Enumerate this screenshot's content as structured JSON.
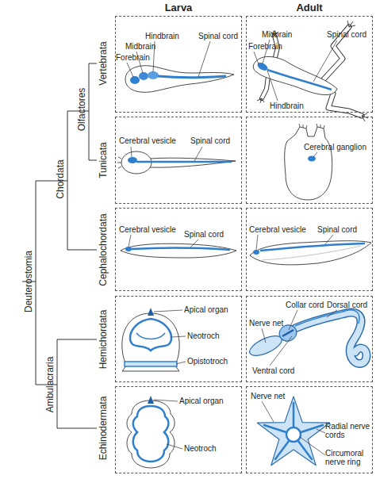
{
  "diagram": {
    "nodes": [
      {
        "text": [
          "Hindbrain",
          "Midbrain",
          "Forebrain",
          "Spinal cord"
        ]
      },
      {
        "text": [
          "Midbrain",
          "Forebrain",
          "Spinal cord",
          "Hindbrain"
        ]
      },
      {
        "text": [
          "Cerebral vesicle",
          "Spinal cord"
        ]
      },
      {
        "text": [
          "Cerebral ganglion"
        ]
      },
      {
        "text": [
          "Cerebral vesicle",
          "Spinal cord"
        ]
      },
      {
        "text": [
          "Cerebral vesicle",
          "Spinal cord"
        ]
      },
      {
        "text": [
          "Apical organ",
          "Neotroch",
          "Opistotroch"
        ]
      },
      {
        "text": [
          "Collar cord",
          "Dorsal cord",
          "Nerve net",
          "Ventral cord"
        ]
      },
      {
        "text": [
          "Apical organ",
          "Neotroch"
        ]
      },
      {
        "text": [
          "Nerve net",
          "Radial nerve cords",
          "Circumoral nerve ring"
        ]
      }
    ],
    "labels": [
      "Larva",
      "Adult",
      "Deuterostomia",
      "Chordata",
      "Ambulacraria",
      "Olfactores",
      "Vertebrata",
      "Tunicata",
      "Cephalochordata",
      "Hemichordata",
      "Echinodermata"
    ]
  }
}
